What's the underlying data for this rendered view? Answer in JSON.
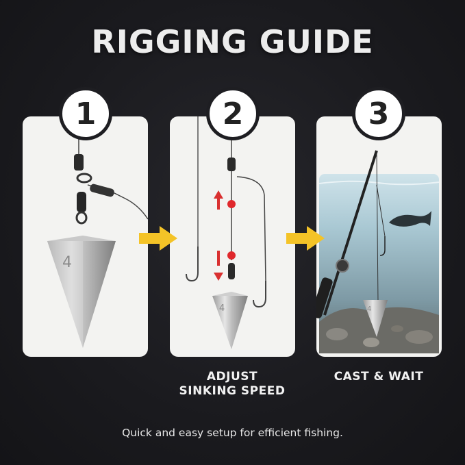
{
  "title": "RIGGING GUIDE",
  "steps": [
    {
      "number": "1",
      "caption": ""
    },
    {
      "number": "2",
      "caption_line1": "ADJUST",
      "caption_line2": "SINKING SPEED"
    },
    {
      "number": "3",
      "caption": "CAST & WAIT"
    }
  ],
  "sinker_mark": "4",
  "footer": "Quick and easy setup for efficient fishing.",
  "colors": {
    "arrow": "#f4c327",
    "bead": "#e0282c",
    "adjust_arrow": "#d93030",
    "background": "#1c1c20"
  }
}
